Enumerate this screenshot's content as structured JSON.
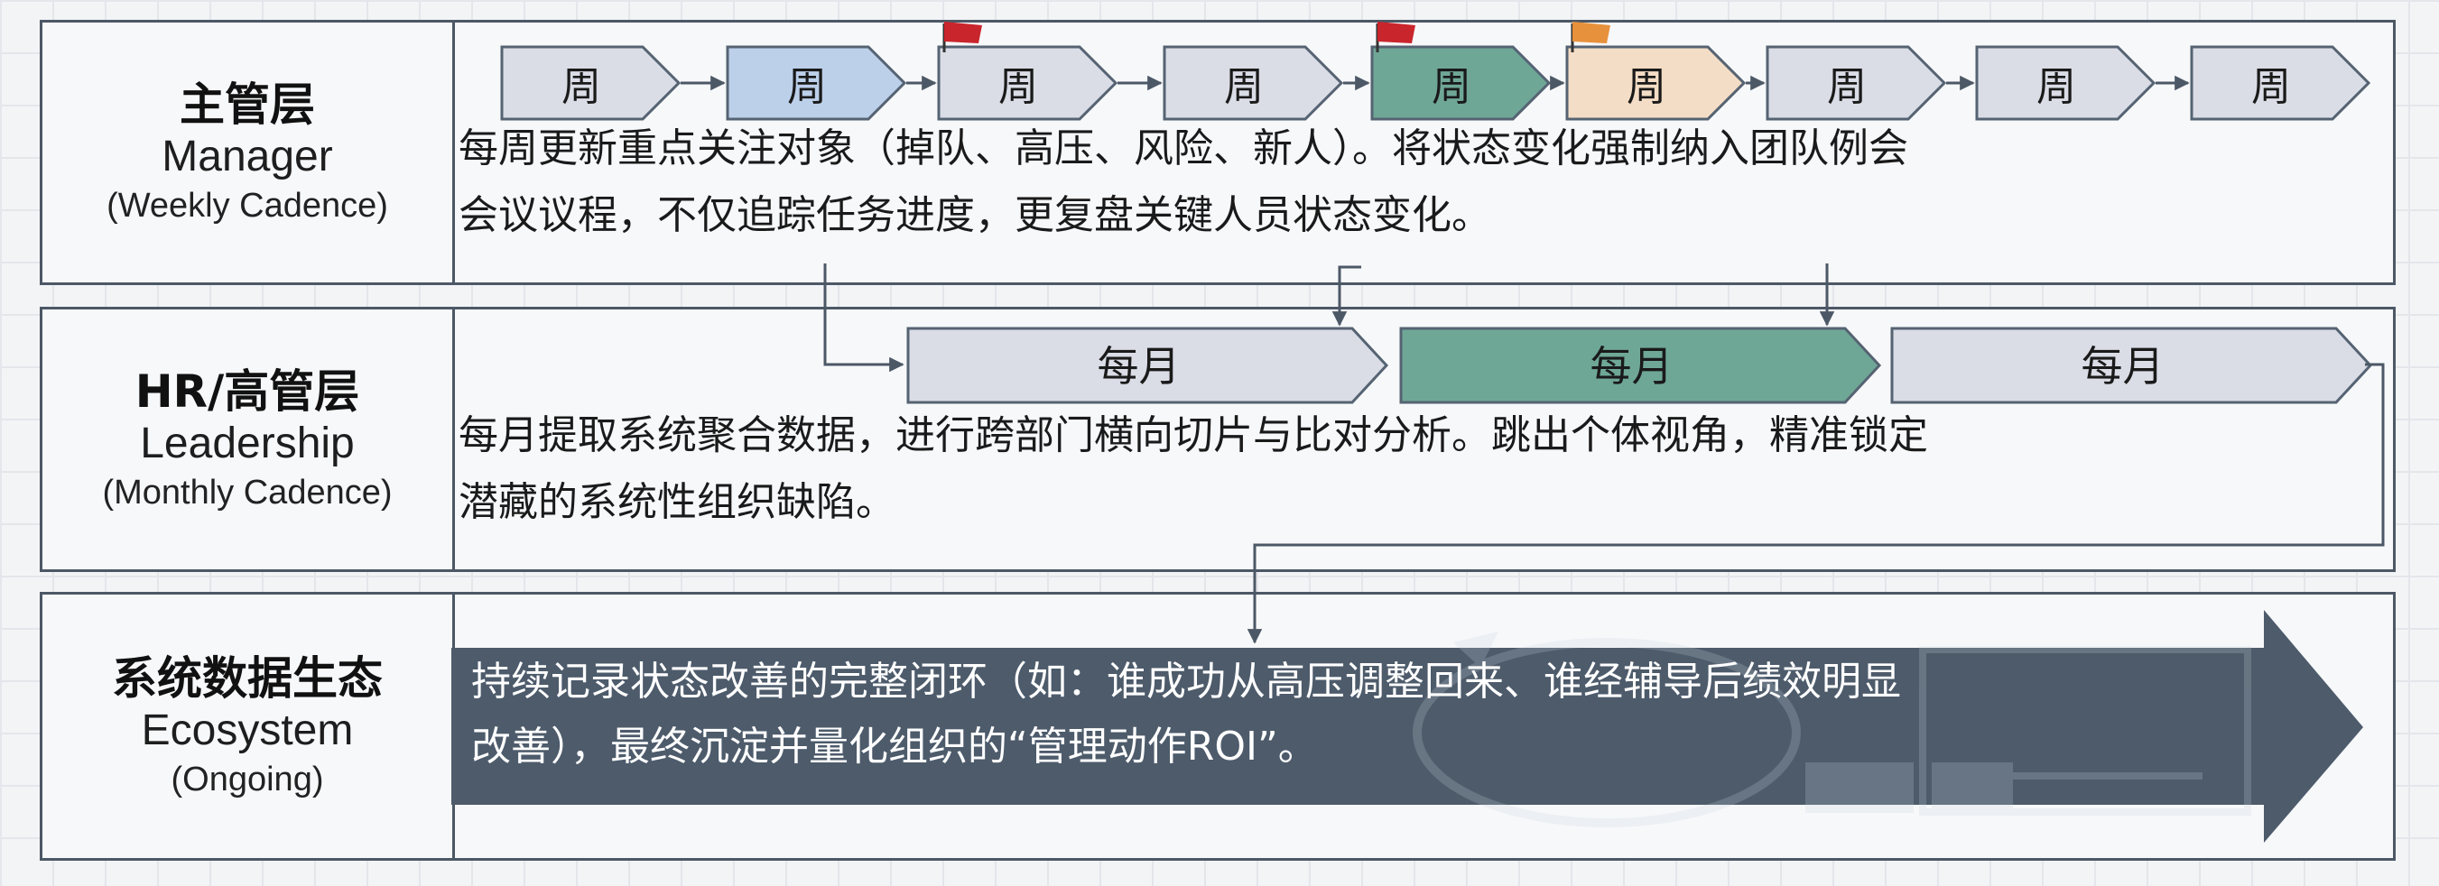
{
  "manager": {
    "title_cn": "主管层",
    "title_en": "Manager",
    "cadence": "(Weekly Cadence)",
    "week_label": "周",
    "weeks": [
      {
        "fill": "#dadde6",
        "flag": null
      },
      {
        "fill": "#bcd0ea",
        "flag": null
      },
      {
        "fill": "#dadde6",
        "flag": "#c9252c"
      },
      {
        "fill": "#dadde6",
        "flag": null
      },
      {
        "fill": "#6fa797",
        "flag": "#c9252c"
      },
      {
        "fill": "#f4ddc6",
        "flag": "#e8913c"
      },
      {
        "fill": "#dadde6",
        "flag": null
      },
      {
        "fill": "#dadde6",
        "flag": null
      },
      {
        "fill": "#dadde6",
        "flag": null
      }
    ],
    "desc_line1": "每周更新重点关注对象（掉队、高压、风险、新人）。将状态变化强制纳入团队例会",
    "desc_line2": "会议议程，不仅追踪任务进度，更复盘关键人员状态变化。"
  },
  "leadership": {
    "title_cn": "HR/高管层",
    "title_en": "Leadership",
    "cadence": "(Monthly Cadence)",
    "month_label": "每月",
    "months": [
      {
        "fill": "#dadde6"
      },
      {
        "fill": "#6fa797"
      },
      {
        "fill": "#dadde6"
      }
    ],
    "desc_line1": "每月提取系统聚合数据，进行跨部门横向切片与比对分析。跳出个体视角，精准锁定",
    "desc_line2": "潜藏的系统性组织缺陷。"
  },
  "ecosystem": {
    "title_cn": "系统数据生态",
    "title_en": "Ecosystem",
    "cadence": "(Ongoing)",
    "desc_line1": "持续记录状态改善的完整闭环（如：谁成功从高压调整回来、谁经辅导后绩效明显",
    "desc_line2": "改善），最终沉淀并量化组织的“管理动作ROI”。"
  },
  "colors": {
    "border": "#4c5866",
    "chevron_stroke": "#556372",
    "connector": "#4c5866",
    "big_arrow": "#4d5b6b"
  }
}
